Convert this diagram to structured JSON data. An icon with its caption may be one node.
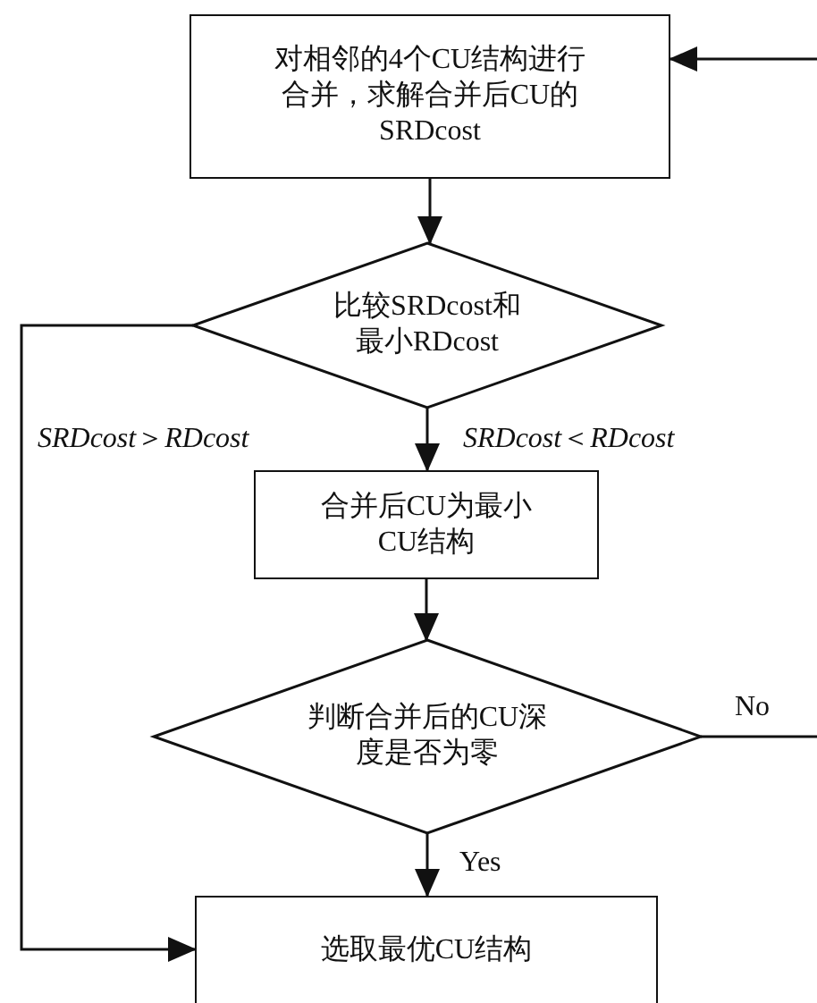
{
  "diagram": {
    "nodes": [
      {
        "text": [
          "对相邻的4个CU结构进行合并，求解合并后CU的SRDcost"
        ]
      },
      {
        "text": [
          "比较SRDcost和最小RDcost"
        ]
      },
      {
        "text": [
          "合并后CU为最小CU结构"
        ]
      },
      {
        "text": [
          "判断合并后的CU深度是否为零"
        ]
      },
      {
        "text": [
          "选取最优CU结构"
        ]
      }
    ],
    "edges": [
      {
        "from": 0,
        "to": 1,
        "arrow": "to"
      },
      {
        "from": 1,
        "to": 2,
        "arrow": "to",
        "label": "*SRDcost*＜*RDcost*"
      },
      {
        "from": 1,
        "to": 4,
        "arrow": "to",
        "label": "*SRDcost*＞*RDcost*"
      },
      {
        "from": 2,
        "to": 3,
        "arrow": "to"
      },
      {
        "from": 3,
        "to": 4,
        "arrow": "to",
        "label": "Yes"
      },
      {
        "from": 3,
        "to": null,
        "arrow": "none",
        "label": "No"
      },
      {
        "from": null,
        "to": 0,
        "arrow": "to"
      }
    ]
  }
}
